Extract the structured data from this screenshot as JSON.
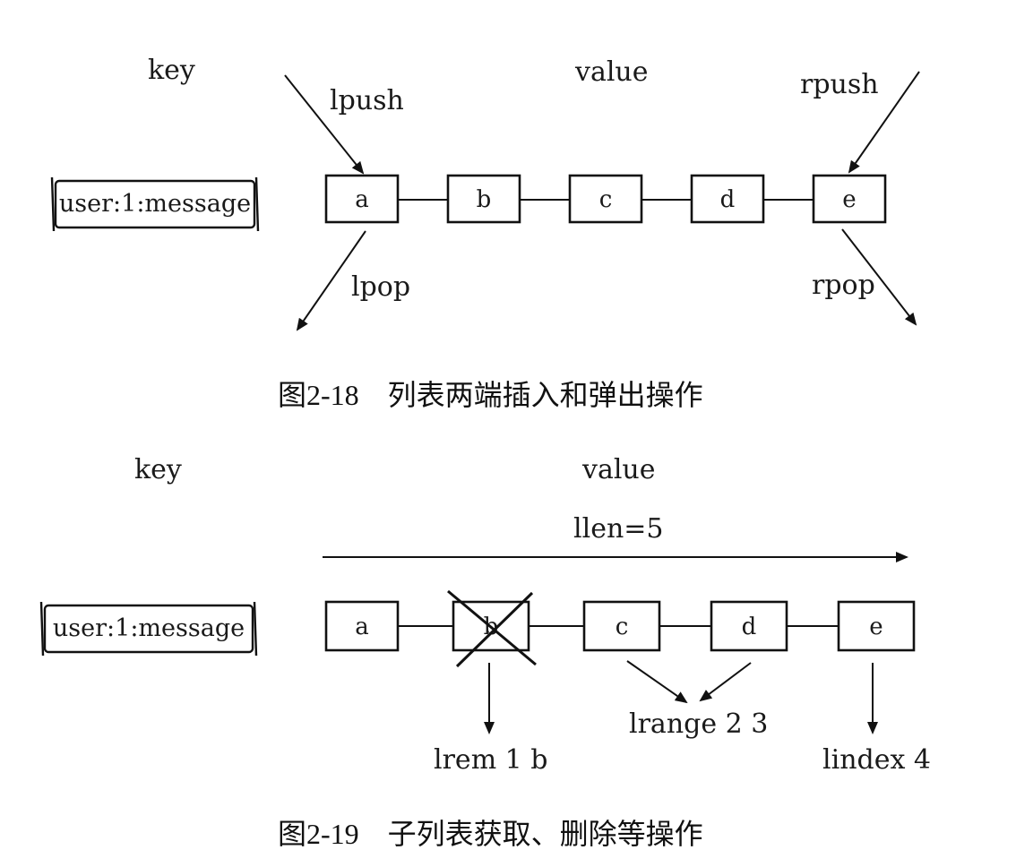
{
  "diagram1": {
    "key_label": "key",
    "value_label": "value",
    "key_name": "user:1:message",
    "nodes": [
      "a",
      "b",
      "c",
      "d",
      "e"
    ],
    "ops": {
      "lpush": "lpush",
      "lpop": "lpop",
      "rpush": "rpush",
      "rpop": "rpop"
    },
    "caption": "图2-18　列表两端插入和弹出操作"
  },
  "diagram2": {
    "key_label": "key",
    "value_label": "value",
    "key_name": "user:1:message",
    "length_label": "llen=5",
    "nodes": [
      "a",
      "b",
      "c",
      "d",
      "e"
    ],
    "ops": {
      "lrem": "lrem 1 b",
      "lrange": "lrange 2 3",
      "lindex": "lindex 4"
    },
    "caption": "图2-19　子列表获取、删除等操作"
  }
}
